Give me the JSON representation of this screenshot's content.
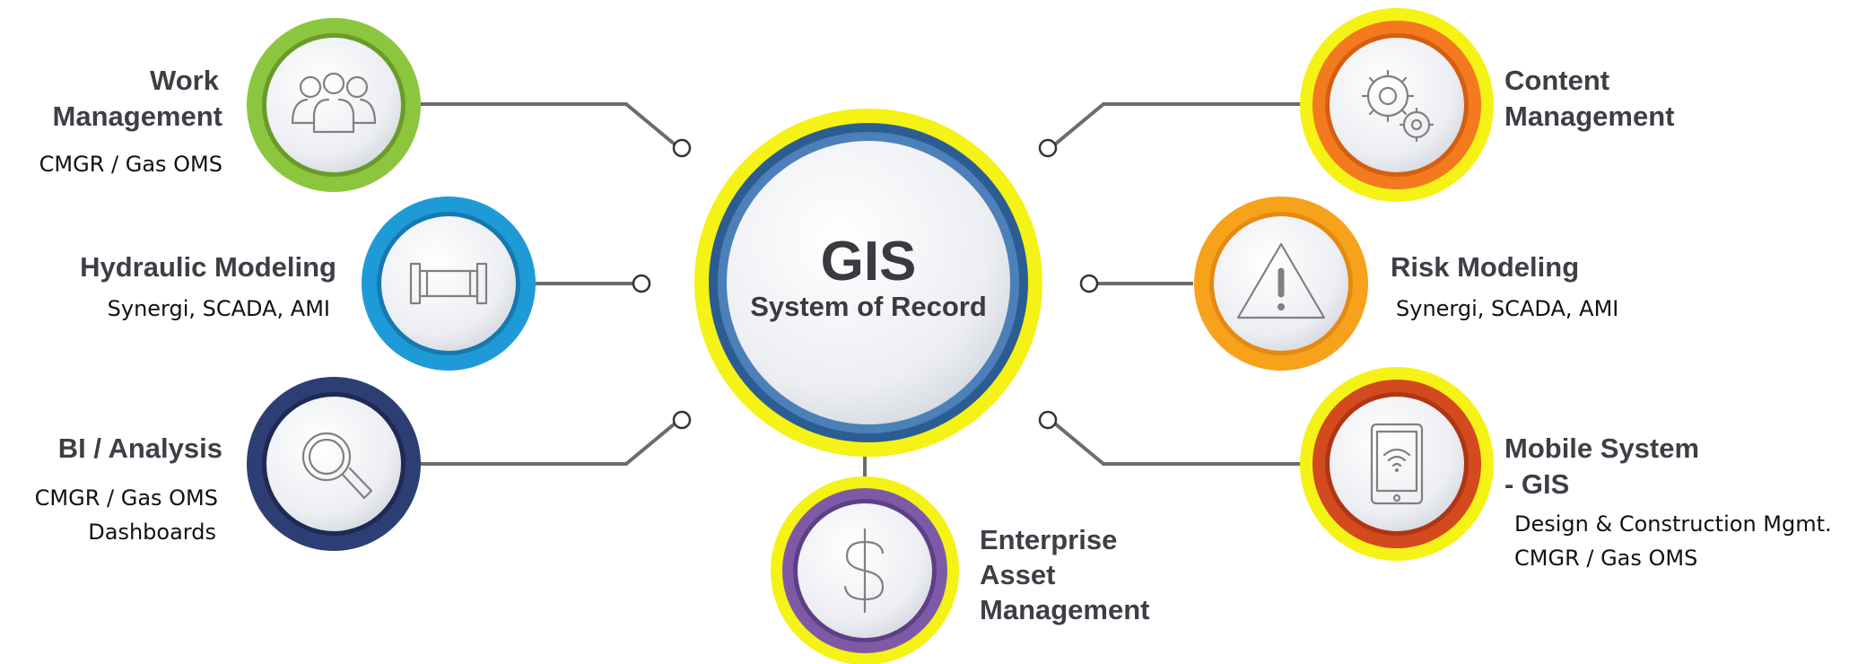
{
  "center": {
    "title": "GIS",
    "subtitle": "System of Record",
    "colors": {
      "outer": "#f5f215",
      "ring": "#2b5d93",
      "inner": "#e9ebef"
    }
  },
  "nodes": {
    "work_management": {
      "title_lines": [
        "Work",
        "Management"
      ],
      "subtitle_lines": [
        "CMGR / Gas OMS"
      ],
      "icon": "people-group-icon",
      "ring_color": "#8cc63f"
    },
    "hydraulic_modeling": {
      "title_lines": [
        "Hydraulic Modeling"
      ],
      "subtitle_lines": [
        "Synergi, SCADA, AMI"
      ],
      "icon": "pipe-icon",
      "ring_color": "#1e9bd7"
    },
    "bi_analysis": {
      "title_lines": [
        "BI / Analysis"
      ],
      "subtitle_lines": [
        "CMGR / Gas OMS",
        "Dashboards"
      ],
      "icon": "magnifier-icon",
      "ring_color": "#2c3e73"
    },
    "enterprise_asset_management": {
      "title_lines": [
        "Enterprise",
        "Asset",
        "Management"
      ],
      "subtitle_lines": [],
      "icon": "dollar-icon",
      "ring_color": "#7e5aa6",
      "outer_color": "#f5f215"
    },
    "content_management": {
      "title_lines": [
        "Content",
        "Management"
      ],
      "subtitle_lines": [],
      "icon": "gears-icon",
      "ring_color": "#f37a1f",
      "outer_color": "#f5f215"
    },
    "risk_modeling": {
      "title_lines": [
        "Risk Modeling"
      ],
      "subtitle_lines": [
        "Synergi, SCADA, AMI"
      ],
      "icon": "warning-icon",
      "ring_color": "#f7a21b"
    },
    "mobile_system": {
      "title_lines": [
        "Mobile System",
        "- GIS"
      ],
      "subtitle_lines": [
        "Design & Construction Mgmt.",
        "CMGR / Gas OMS"
      ],
      "icon": "tablet-wifi-icon",
      "ring_color": "#d24a1e",
      "outer_color": "#f5f215"
    }
  }
}
